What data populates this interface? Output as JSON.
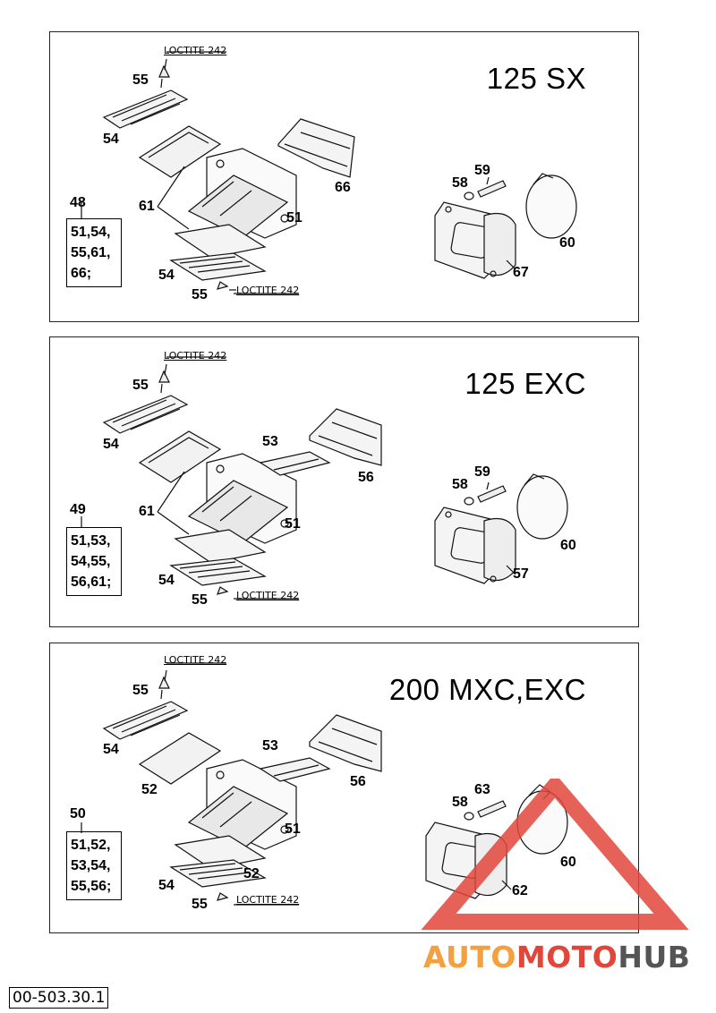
{
  "panels": [
    {
      "model": "125 SX",
      "loctite_top": "LOCTITE 242",
      "loctite_bottom": "LOCTITE 242",
      "kit_number": "48",
      "kit_lines": [
        "51,54,",
        "55,61,",
        "66;"
      ],
      "labels": {
        "p55a": "55",
        "p54a": "54",
        "p61": "61",
        "p51": "51",
        "p54b": "54",
        "p55b": "55",
        "p66": "66",
        "p59": "59",
        "p58": "58",
        "p60": "60",
        "p67": "67"
      }
    },
    {
      "model": "125 EXC",
      "loctite_top": "LOCTITE 242",
      "loctite_bottom": "LOCTITE 242",
      "kit_number": "49",
      "kit_lines": [
        "51,53,",
        "54,55,",
        "56,61;"
      ],
      "labels": {
        "p55a": "55",
        "p54a": "54",
        "p61": "61",
        "p51": "51",
        "p54b": "54",
        "p55b": "55",
        "p53": "53",
        "p56": "56",
        "p59": "59",
        "p58": "58",
        "p60": "60",
        "p57": "57"
      }
    },
    {
      "model": "200 MXC,EXC",
      "loctite_top": "LOCTITE 242",
      "loctite_bottom": "LOCTITE 242",
      "kit_number": "50",
      "kit_lines": [
        "51,52,",
        "53,54,",
        "55,56;"
      ],
      "labels": {
        "p55a": "55",
        "p54a": "54",
        "p52a": "52",
        "p51": "51",
        "p52b": "52",
        "p54b": "54",
        "p55b": "55",
        "p53": "53",
        "p56": "56",
        "p63": "63",
        "p58": "58",
        "p60": "60",
        "p62": "62"
      }
    }
  ],
  "footer_code": "00-503.30.1",
  "watermark": {
    "part1": "AUTO",
    "part2": "MOTO",
    "part3": "HUB",
    "color_orange": "#f4a040",
    "color_red": "#e2453a",
    "color_gray": "#555555"
  }
}
